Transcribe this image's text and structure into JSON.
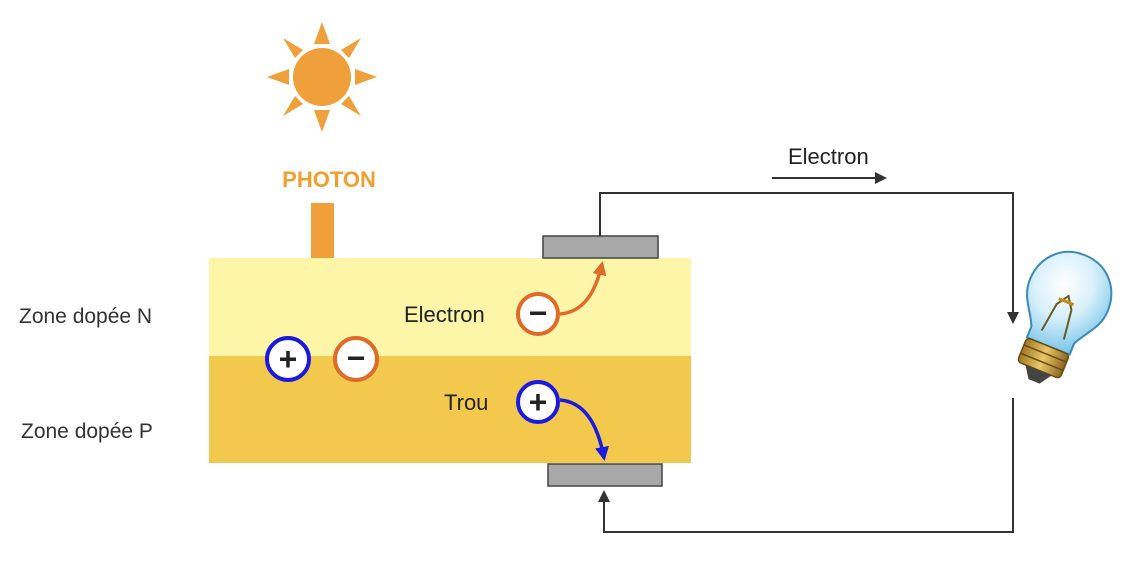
{
  "labels": {
    "photon": "PHOTON",
    "zone_n": "Zone dopée N",
    "zone_p": "Zone dopée P",
    "electron_cell": "Electron",
    "hole": "Trou",
    "electron_circuit": "Electron"
  },
  "symbols": {
    "plus": "+",
    "minus": "−"
  },
  "colors": {
    "n_zone": "#fdf6a8",
    "p_zone": "#f2c94c",
    "sun": "#f0a03a",
    "photon_arrow": "#f0a03a",
    "electron": "#e06a28",
    "hole": "#1a1ae0",
    "electrode": "#a8a8a8",
    "wire": "#333333"
  }
}
